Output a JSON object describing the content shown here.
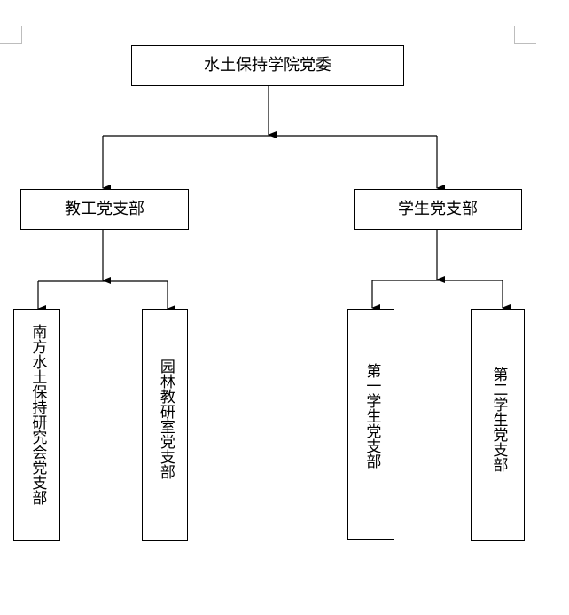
{
  "diagram": {
    "root": {
      "label": "水土保持学院党委"
    },
    "branches": [
      {
        "label": "教工党支部",
        "children": [
          {
            "label": "南方水土保持研究会党支部"
          },
          {
            "label": "园林教研室党支部"
          }
        ]
      },
      {
        "label": "学生党支部",
        "children": [
          {
            "label": "第一学生党支部"
          },
          {
            "label": "第二学生党支部"
          }
        ]
      }
    ]
  }
}
